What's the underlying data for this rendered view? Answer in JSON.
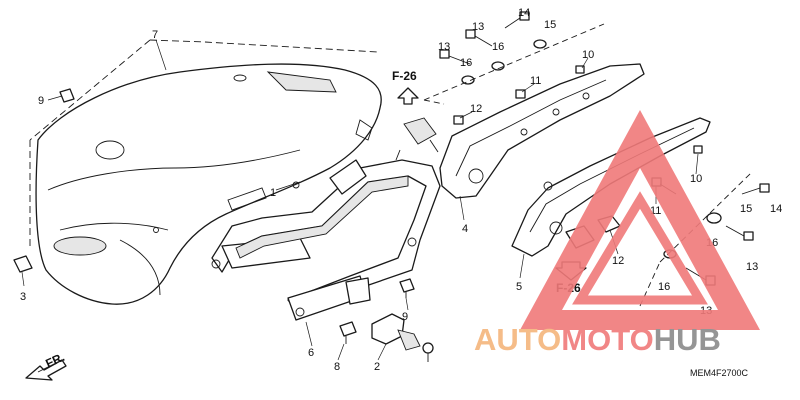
{
  "callouts": {
    "p1": "1",
    "p2": "2",
    "p3": "3",
    "p4": "4",
    "p5": "5",
    "p6": "6",
    "p7": "7",
    "p8": "8",
    "p9a": "9",
    "p9b": "9",
    "p10a": "10",
    "p10b": "10",
    "p11a": "11",
    "p11b": "11",
    "p12a": "12",
    "p12b": "12",
    "p13a": "13",
    "p13b": "13",
    "p13c": "13",
    "p13d": "13",
    "p14a": "14",
    "p14b": "14",
    "p15a": "15",
    "p15b": "15",
    "p16a": "16",
    "p16b": "16",
    "p16c": "16",
    "p16d": "16"
  },
  "references": {
    "f26_top": "F-26",
    "f26_bottom": "F-26"
  },
  "front_indicator": "FR.",
  "diagram_code": "MEM4F2700C",
  "watermark": {
    "auto": "AUTO",
    "moto": "MOTO",
    "hub": "HUB",
    "color_orange": "#f5b57c",
    "color_red": "#f07a7a",
    "color_dark": "#8a8a8a"
  }
}
